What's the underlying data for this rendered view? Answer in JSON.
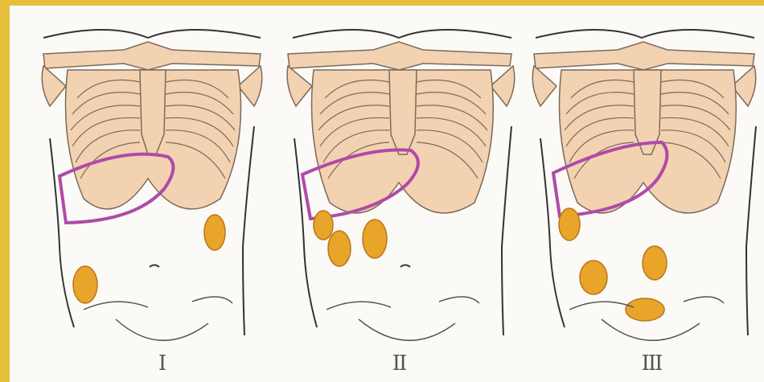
{
  "panels": [
    {
      "label": "I",
      "variant": 1
    },
    {
      "label": "II",
      "variant": 2
    },
    {
      "label": "III",
      "variant": 3
    }
  ],
  "colors": {
    "background": "#e7bf3a",
    "paper": "#fbfaf6",
    "bone_fill": "#f3d2b1",
    "bone_stroke": "#7a6a5c",
    "body_outline": "#333333",
    "liver_outline": "#b04aa8",
    "kidney_fill": "#e9a42a",
    "kidney_stroke": "#b9761a"
  }
}
